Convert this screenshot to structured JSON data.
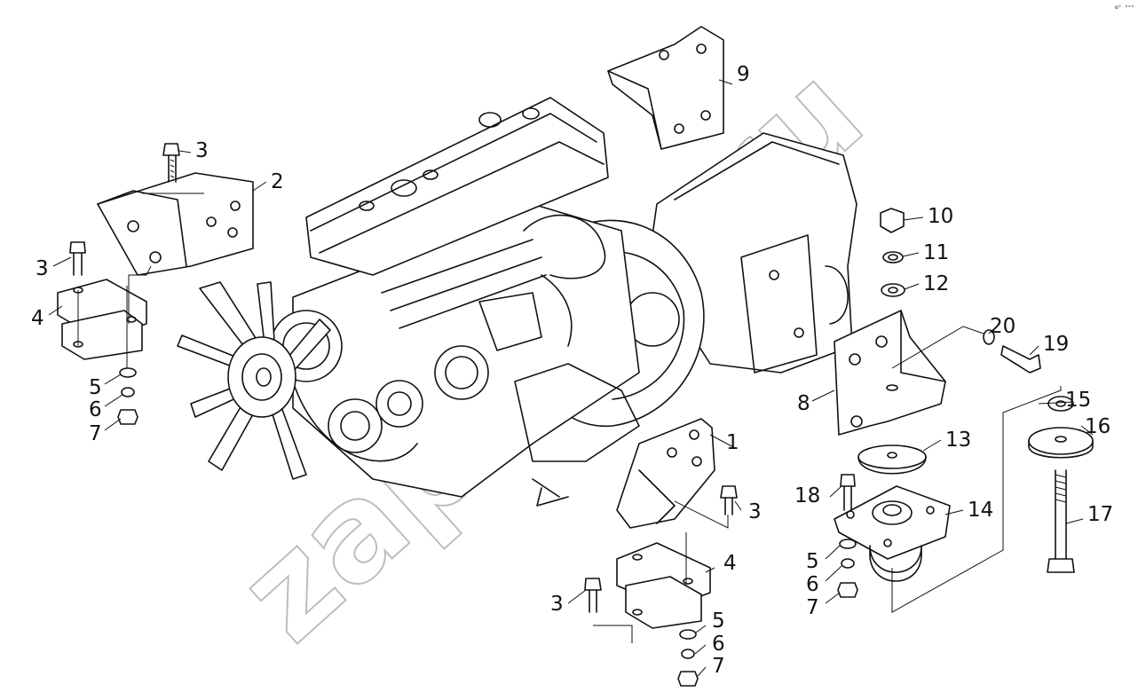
{
  "watermark": "zap.......ru",
  "corner_mark": "ʘᴼ ᵃᵃᵃ",
  "callouts": {
    "c1": "1",
    "c2": "2",
    "c3a": "3",
    "c3b": "3",
    "c3c": "3",
    "c3d": "3",
    "c4a": "4",
    "c4b": "4",
    "c5a": "5",
    "c5b": "5",
    "c5c": "5",
    "c6a": "6",
    "c6b": "6",
    "c6c": "6",
    "c7a": "7",
    "c7b": "7",
    "c7c": "7",
    "c8": "8",
    "c9": "9",
    "c10": "10",
    "c11": "11",
    "c12": "12",
    "c13": "13",
    "c14": "14",
    "c15": "15",
    "c16": "16",
    "c17": "17",
    "c18": "18",
    "c19": "19",
    "c20": "20"
  }
}
